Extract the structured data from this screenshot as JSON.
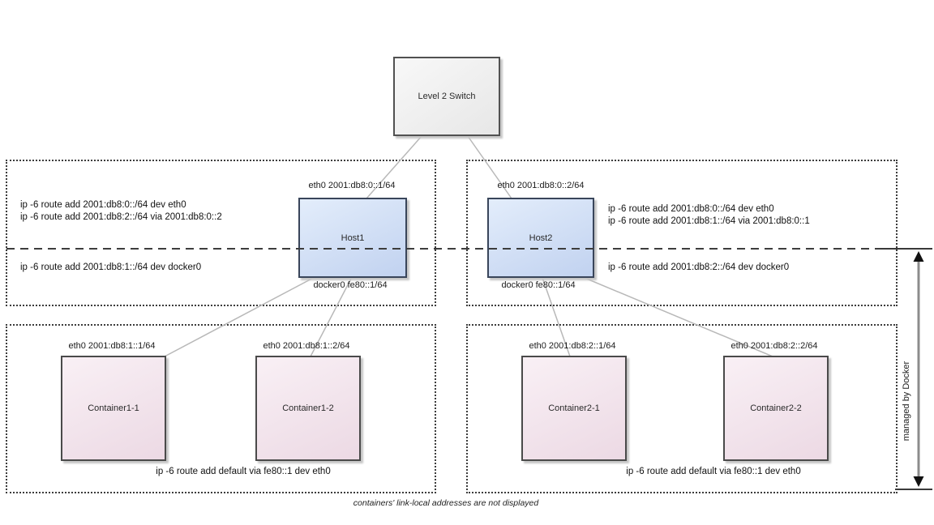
{
  "diagram": {
    "switch": {
      "label": "Level 2 Switch"
    },
    "hosts": [
      {
        "name": "Host1",
        "eth0_label": "eth0 2001:db8:0::1/64",
        "docker0_label": "docker0 fe80::1/64",
        "routes_above": [
          "ip -6 route add 2001:db8:0::/64 dev eth0",
          "ip -6 route add 2001:db8:2::/64 via 2001:db8:0::2"
        ],
        "routes_below": [
          "ip -6 route add 2001:db8:1::/64 dev docker0"
        ]
      },
      {
        "name": "Host2",
        "eth0_label": "eth0 2001:db8:0::2/64",
        "docker0_label": "docker0 fe80::1/64",
        "routes_above": [
          "ip -6 route add 2001:db8:0::/64 dev eth0",
          "ip -6 route add 2001:db8:1::/64 via 2001:db8:0::1"
        ],
        "routes_below": [
          "ip -6 route add 2001:db8:2::/64 dev docker0"
        ]
      }
    ],
    "containers": [
      {
        "name": "Container1-1",
        "eth0_label": "eth0 2001:db8:1::1/64"
      },
      {
        "name": "Container1-2",
        "eth0_label": "eth0 2001:db8:1::2/64"
      },
      {
        "name": "Container2-1",
        "eth0_label": "eth0 2001:db8:2::1/64"
      },
      {
        "name": "Container2-2",
        "eth0_label": "eth0 2001:db8:2::2/64"
      }
    ],
    "container_zones": [
      {
        "default_route": "ip -6 route add default via fe80::1 dev eth0"
      },
      {
        "default_route": "ip -6 route add default via fe80::1 dev eth0"
      }
    ],
    "annotations": {
      "managed_by": "managed by Docker",
      "caption": "containers' link-local addresses are not displayed"
    },
    "colors": {
      "host_fill": "#cfdef4",
      "container_fill": "#f1e2eb",
      "switch_fill": "#efefef",
      "box_border": "#464b52",
      "zone_border": "#3c3c3c",
      "connector_line": "#b8b8b8",
      "dashed_line": "#3d3d3d",
      "arrow_line": "#8c8c8c"
    }
  }
}
